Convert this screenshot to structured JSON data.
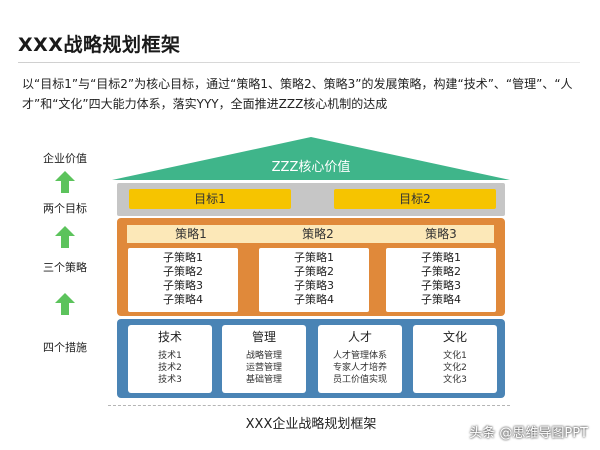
{
  "title": "XXX战略规划框架",
  "intro": "以“目标1”与“目标2”为核心目标，通过“策略1、策略2、策略3”的发展策略，构建“技术”、“管理”、“人才”和“文化”四大能力体系，落实YYY，全面推进ZZZ核心机制的达成",
  "left_labels": [
    "企业价值",
    "两个目标",
    "三个策略",
    "四个措施"
  ],
  "roof_label": "ZZZ核心价值",
  "goals": [
    "目标1",
    "目标2"
  ],
  "strategies": [
    {
      "name": "策略1",
      "subs": [
        "子策略1",
        "子策略2",
        "子策略3",
        "子策略4"
      ]
    },
    {
      "name": "策略2",
      "subs": [
        "子策略1",
        "子策略2",
        "子策略3",
        "子策略4"
      ]
    },
    {
      "name": "策略3",
      "subs": [
        "子策略1",
        "子策略2",
        "子策略3",
        "子策略4"
      ]
    }
  ],
  "measures": [
    {
      "name": "技术",
      "items": [
        "技术1",
        "技术2",
        "技术3"
      ]
    },
    {
      "name": "管理",
      "items": [
        "战略管理",
        "运营管理",
        "基础管理"
      ]
    },
    {
      "name": "人才",
      "items": [
        "人才管理体系",
        "专家人才培养",
        "员工价值实现"
      ]
    },
    {
      "name": "文化",
      "items": [
        "文化1",
        "文化2",
        "文化3"
      ]
    }
  ],
  "caption": "XXX企业战略规划框架",
  "watermark": "头条 @思维导图PPT",
  "colors": {
    "roof": "#3fb58a",
    "goal_band": "#c6c6c6",
    "goal": "#f6c400",
    "strategy_band": "#e0893a",
    "strategy_head": "#fce8b8",
    "base_band": "#4a84b5",
    "arrow": "#5cc35c"
  }
}
